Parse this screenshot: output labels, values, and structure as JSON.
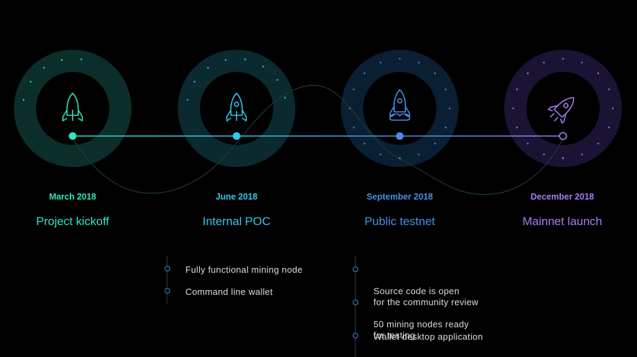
{
  "milestones": [
    {
      "date": "March 2018",
      "name": "Project kickoff",
      "color": "#2ee6c0"
    },
    {
      "date": "June 2018",
      "name": "Internal POC",
      "color": "#33c6f0"
    },
    {
      "date": "September 2018",
      "name": "Public testnet",
      "color": "#4a8fe6"
    },
    {
      "date": "December 2018",
      "name": "Mainnet launch",
      "color": "#a37ef5"
    }
  ],
  "icons": [
    "rocket-icon",
    "rocket-icon",
    "rocket-launch-icon",
    "rocket-flying-icon"
  ],
  "details": {
    "internal_poc": [
      "Fully functional mining node",
      "Command line wallet"
    ],
    "public_testnet": [
      "Source code is open\nfor the community review",
      "50 mining nodes ready\nfor testing",
      "Wallet desktop application"
    ]
  },
  "colors": {
    "background": "#000000",
    "line_start": "#2ee6c0",
    "line_end": "#a37ef5"
  }
}
